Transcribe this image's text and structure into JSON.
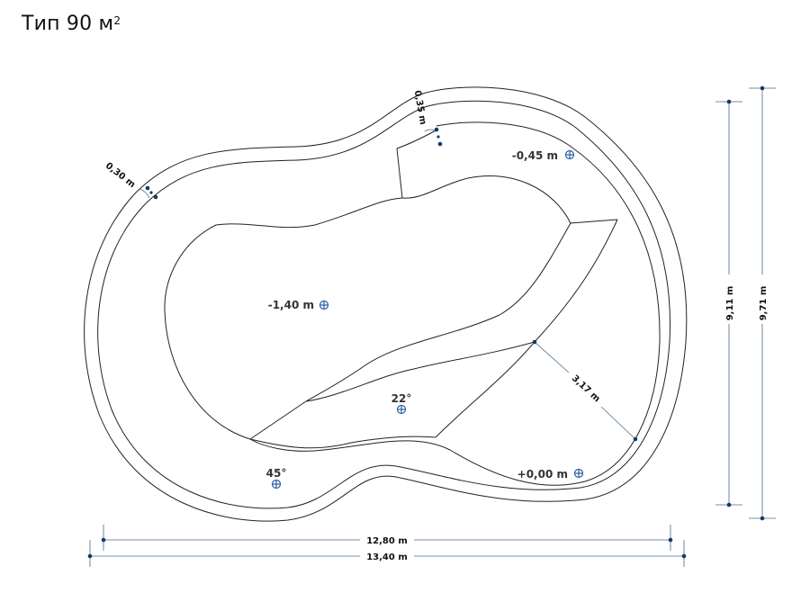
{
  "title": "Тип 90 м",
  "title_sup": "2",
  "dimensions": {
    "inner_length": "12,80 m",
    "outer_length": "13,40 m",
    "inner_width": "9,11 m",
    "outer_width": "9,71 m",
    "border_left": "0,30 m",
    "border_top": "0,35 m",
    "diagonal": "3,17 m"
  },
  "levels": {
    "deep": "-1,40 m",
    "shelf": "-0,45 m",
    "entry": "+0,00 m",
    "slope_22": "22°",
    "slope_45": "45°"
  },
  "colors": {
    "outline": "#222222",
    "dimension_line": "#4a6d8c",
    "dimension_dot": "#123a66",
    "marker": "#2b5fa3"
  }
}
